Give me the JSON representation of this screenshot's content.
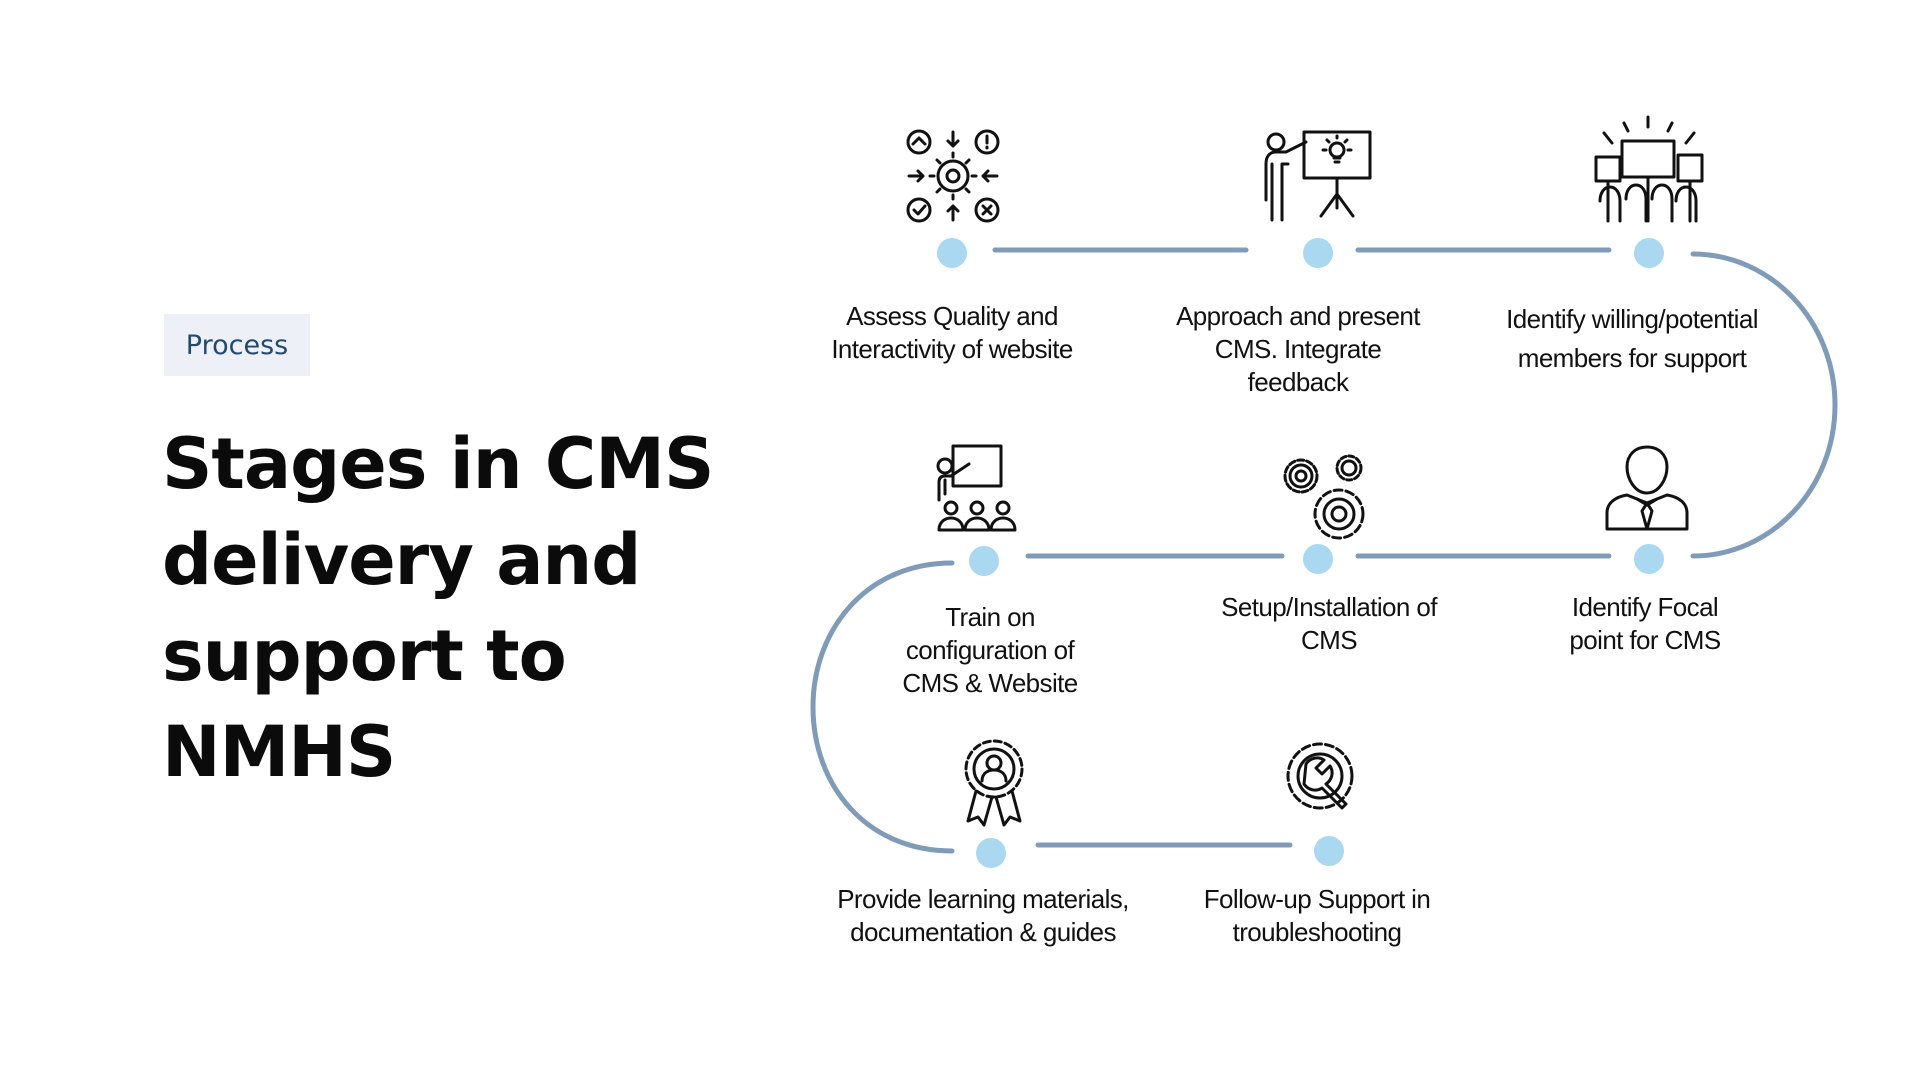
{
  "tag": {
    "label": "Process"
  },
  "title": "Stages in CMS delivery and support to NMHS",
  "colors": {
    "connector": "#7f9bb8",
    "node": "#a9d8f0",
    "tag_bg": "#eef0f7",
    "tag_text": "#234a6e"
  },
  "steps": [
    {
      "label": "Assess Quality and\nInteractivity of website",
      "icon": "gear-process-icon"
    },
    {
      "label": "Approach and present\nCMS. Integrate\nfeedback",
      "icon": "presenter-icon"
    },
    {
      "label": "Identify willing/potential\nmembers for support",
      "icon": "crowd-protest-icon"
    },
    {
      "label": "Identify Focal\npoint for CMS",
      "icon": "businessman-icon"
    },
    {
      "label": "Setup/Installation of\nCMS",
      "icon": "gears-icon"
    },
    {
      "label": "Train on\nconfiguration of\nCMS & Website",
      "icon": "training-board-icon"
    },
    {
      "label": "Provide learning materials,\ndocumentation & guides",
      "icon": "award-badge-icon"
    },
    {
      "label": "Follow-up Support in\ntroubleshooting",
      "icon": "wrench-gear-icon"
    }
  ]
}
